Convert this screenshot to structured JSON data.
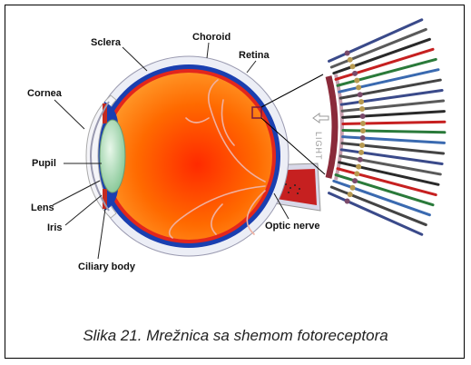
{
  "labels": {
    "sclera": "Sclera",
    "choroid": "Choroid",
    "retina": "Retina",
    "cornea": "Cornea",
    "pupil": "Pupil",
    "lens": "Lens",
    "iris": "Iris",
    "ciliary_body": "Ciliary body",
    "optic_nerve": "Optic nerve",
    "light": "LIGHT"
  },
  "caption": "Slika 21. Mrežnica sa shemom fotoreceptora",
  "colors": {
    "eye_interior": "#ff5a00",
    "choroid": "#1a3fb0",
    "retina_band": "#e3261c",
    "sclera": "#e8e8f0",
    "lens": "#a8d8b0",
    "optic_nerve": "#c62020"
  }
}
